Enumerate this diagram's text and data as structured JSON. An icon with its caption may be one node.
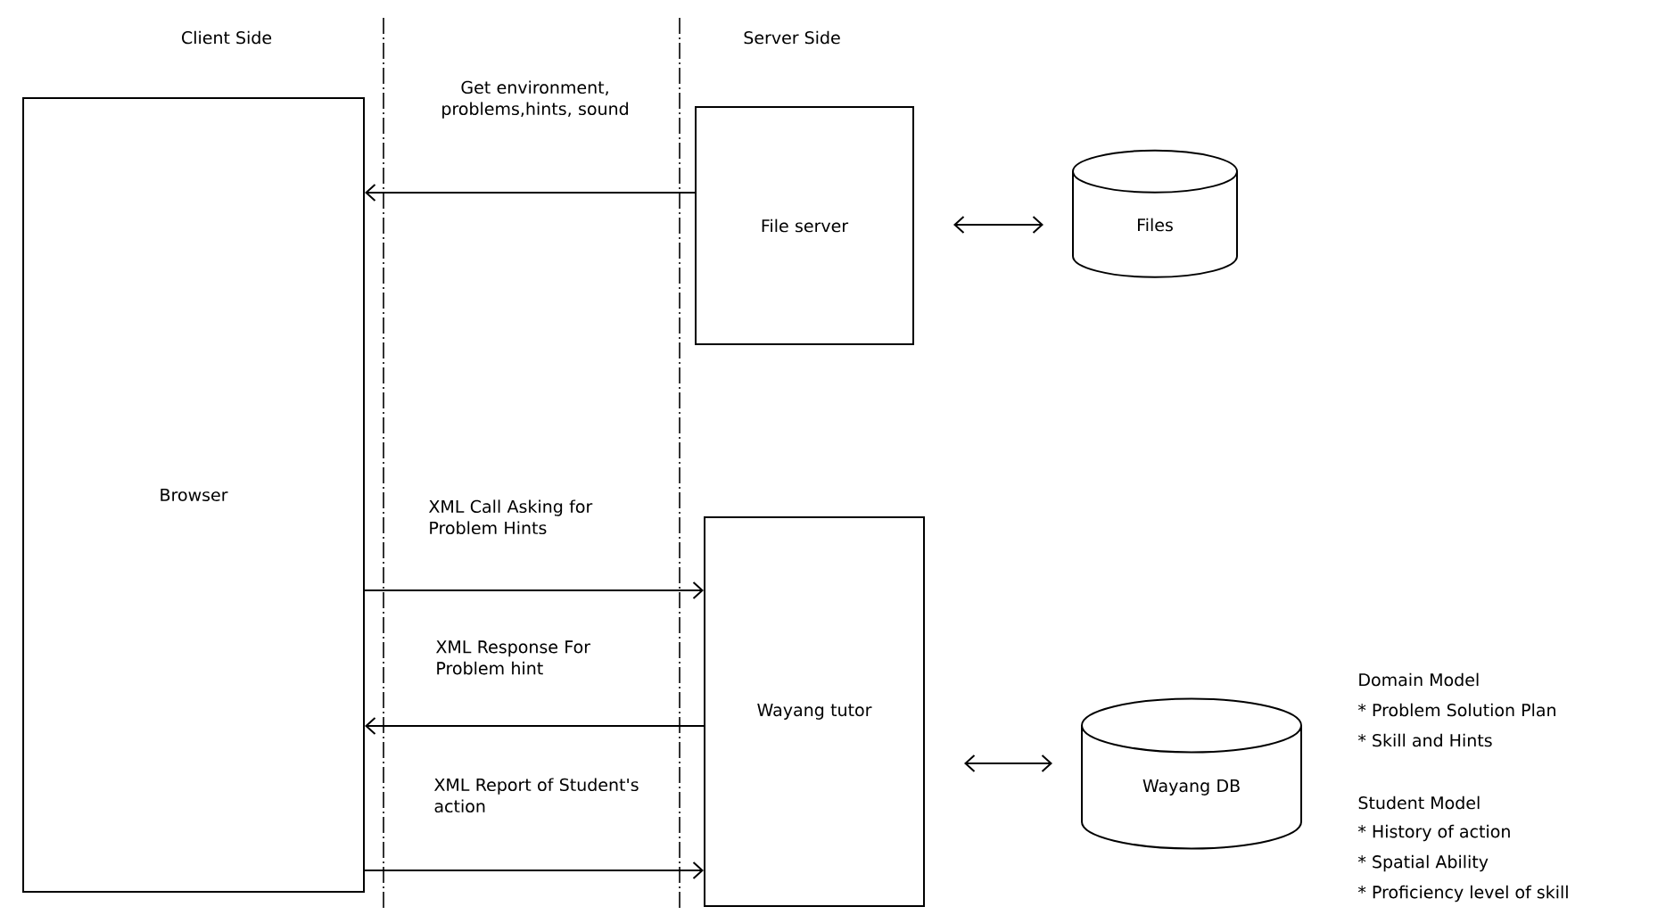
{
  "diagram": {
    "nodes": [
      {
        "text": [
          "Browser"
        ]
      },
      {
        "text": [
          "File server"
        ]
      },
      {
        "text": [
          "Files"
        ]
      },
      {
        "text": [
          "Wayang tutor"
        ]
      },
      {
        "text": [
          "Wayang DB"
        ]
      }
    ],
    "edges": [
      {
        "from": 1,
        "to": 0,
        "arrow": "to",
        "label": "Get environment, problems,hints, sound"
      },
      {
        "from": 0,
        "to": 3,
        "arrow": "to",
        "label": "XML Call Asking for Problem Hints"
      },
      {
        "from": 3,
        "to": 0,
        "arrow": "to",
        "label": "XML Response For Problem hint"
      },
      {
        "from": 0,
        "to": 3,
        "arrow": "to",
        "label": "XML Report of Student's action"
      },
      {
        "from": 1,
        "to": 2,
        "arrow": "both"
      },
      {
        "from": 3,
        "to": 4,
        "arrow": "both"
      }
    ],
    "labels": [
      "Client Side",
      "Server Side",
      "Domain Model",
      "* Problem Solution Plan",
      "* Skill and Hints",
      "Student Model",
      "* History of action",
      "* Spatial Ability",
      "* Proficiency level of skill"
    ]
  }
}
